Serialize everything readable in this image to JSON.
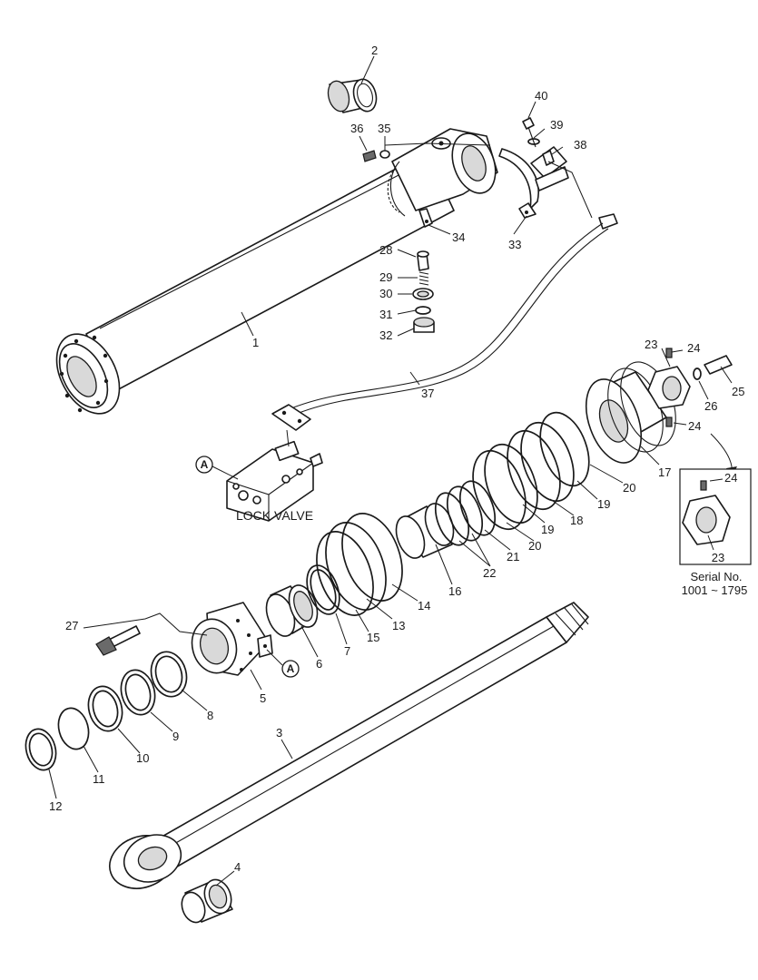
{
  "diagram": {
    "lock_valve_label": "LOCK VALVE",
    "reference_marker": "A",
    "inset": {
      "line1": "Serial No.",
      "line2": "1001 ~ 1795",
      "part_nut": "23",
      "part_screw": "24"
    },
    "callouts": [
      {
        "id": "c1",
        "text": "1"
      },
      {
        "id": "c2",
        "text": "2"
      },
      {
        "id": "c3",
        "text": "3"
      },
      {
        "id": "c4",
        "text": "4"
      },
      {
        "id": "c5",
        "text": "5"
      },
      {
        "id": "c6",
        "text": "6"
      },
      {
        "id": "c7",
        "text": "7"
      },
      {
        "id": "c8",
        "text": "8"
      },
      {
        "id": "c9",
        "text": "9"
      },
      {
        "id": "c10",
        "text": "10"
      },
      {
        "id": "c11",
        "text": "11"
      },
      {
        "id": "c12",
        "text": "12"
      },
      {
        "id": "c13",
        "text": "13"
      },
      {
        "id": "c14",
        "text": "14"
      },
      {
        "id": "c15",
        "text": "15"
      },
      {
        "id": "c16",
        "text": "16"
      },
      {
        "id": "c17",
        "text": "17"
      },
      {
        "id": "c18",
        "text": "18"
      },
      {
        "id": "c19a",
        "text": "19"
      },
      {
        "id": "c19b",
        "text": "19"
      },
      {
        "id": "c20a",
        "text": "20"
      },
      {
        "id": "c20b",
        "text": "20"
      },
      {
        "id": "c21",
        "text": "21"
      },
      {
        "id": "c22",
        "text": "22"
      },
      {
        "id": "c23",
        "text": "23"
      },
      {
        "id": "c24a",
        "text": "24"
      },
      {
        "id": "c24b",
        "text": "24"
      },
      {
        "id": "c25",
        "text": "25"
      },
      {
        "id": "c26",
        "text": "26"
      },
      {
        "id": "c27",
        "text": "27"
      },
      {
        "id": "c28",
        "text": "28"
      },
      {
        "id": "c29",
        "text": "29"
      },
      {
        "id": "c30",
        "text": "30"
      },
      {
        "id": "c31",
        "text": "31"
      },
      {
        "id": "c32",
        "text": "32"
      },
      {
        "id": "c33",
        "text": "33"
      },
      {
        "id": "c34",
        "text": "34"
      },
      {
        "id": "c35",
        "text": "35"
      },
      {
        "id": "c36",
        "text": "36"
      },
      {
        "id": "c37",
        "text": "37"
      },
      {
        "id": "c38",
        "text": "38"
      },
      {
        "id": "c39",
        "text": "39"
      },
      {
        "id": "c40",
        "text": "40"
      }
    ]
  }
}
